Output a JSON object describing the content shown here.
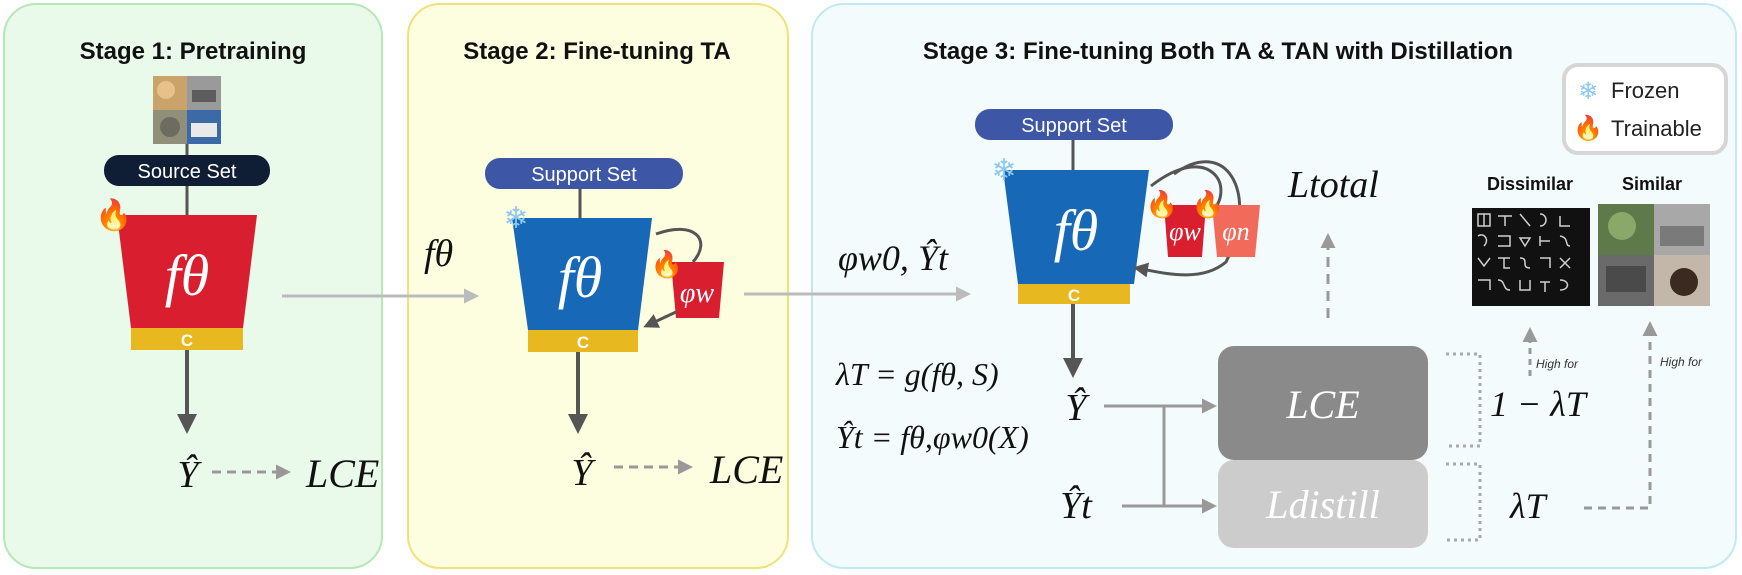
{
  "stage1": {
    "title": "Stage 1: Pretraining",
    "set_label": "Source Set",
    "network_symbol": "fθ",
    "classifier_label": "C",
    "output": "Ŷ",
    "loss": "LCE"
  },
  "stage2": {
    "title": "Stage 2: Fine-tuning TA",
    "set_label": "Support Set",
    "network_symbol": "fθ",
    "adapter_symbol": "φw",
    "classifier_label": "C",
    "output": "Ŷ",
    "loss": "LCE"
  },
  "stage3": {
    "title": "Stage 3: Fine-tuning Both TA & TAN with Distillation",
    "set_label": "Support Set",
    "network_symbol": "fθ",
    "adapter_w": "φw",
    "adapter_n": "φn",
    "classifier_label": "C",
    "loss_total": "Ltotal",
    "eq_lambda": "λT = g(fθ, S)",
    "eq_yt": "Ŷt = fθ,φw0(X)",
    "output": "Ŷ",
    "output_t": "Ŷt",
    "loss_ce": "LCE",
    "loss_distill": "Ldistill",
    "weight_ce": "1 − λT",
    "weight_distill": "λT",
    "dissimilar_label": "Dissimilar",
    "similar_label": "Similar",
    "high_for_1": "High for",
    "high_for_2": "High for"
  },
  "transfer": {
    "label_1": "fθ",
    "label_2": "φw0, Ŷt"
  },
  "legend": {
    "frozen": "Frozen",
    "trainable": "Trainable",
    "frozen_icon": "snowflake-icon",
    "trainable_icon": "flame-icon"
  },
  "colors": {
    "stage1_bg": "#eafaea",
    "stage2_bg": "#fdfde0",
    "stage3_bg": "#f4fbfd",
    "trainable_net": "#d91e30",
    "frozen_net": "#1868b8",
    "classifier": "#e8b820",
    "pill": "#3d57a6"
  }
}
